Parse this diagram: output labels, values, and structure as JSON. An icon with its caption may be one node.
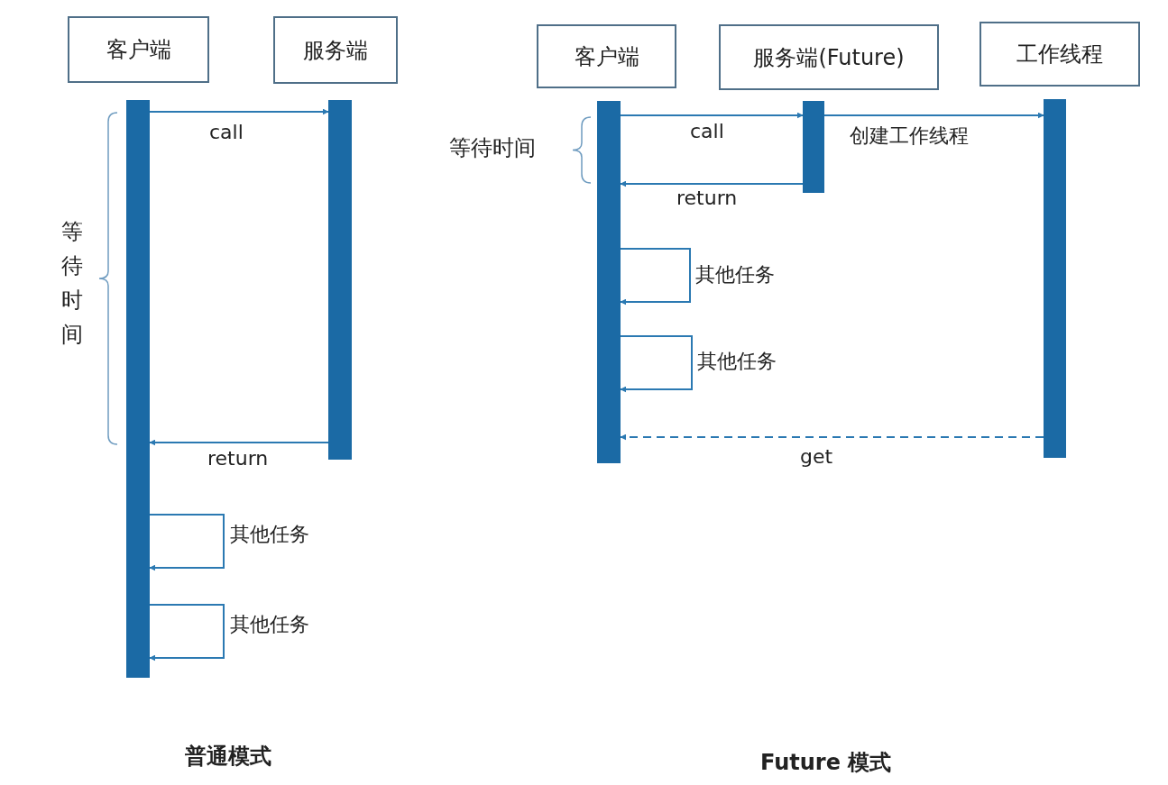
{
  "diagram": {
    "nodes": [
      {
        "text": [
          "客户端"
        ]
      },
      {
        "text": [
          "服务端"
        ]
      },
      {
        "text": [],
        "shape": "bar"
      },
      {
        "text": [],
        "shape": "bar"
      },
      {
        "text": [
          "客户端"
        ]
      },
      {
        "text": [
          "服务端(Future)"
        ]
      },
      {
        "text": [
          "工作线程"
        ]
      },
      {
        "text": [],
        "shape": "bar"
      },
      {
        "text": [],
        "shape": "bar"
      },
      {
        "text": [],
        "shape": "bar"
      }
    ],
    "edges": [
      {
        "from": 2,
        "to": 3,
        "arrow": "to",
        "label": "call"
      },
      {
        "from": 3,
        "to": 2,
        "arrow": "to",
        "label": "return"
      },
      {
        "from": 2,
        "to": 2,
        "arrow": "to",
        "label": "其他任务"
      },
      {
        "from": 2,
        "to": 2,
        "arrow": "to",
        "label": "其他任务"
      },
      {
        "from": 7,
        "to": 8,
        "arrow": "to",
        "label": "call"
      },
      {
        "from": 8,
        "to": 9,
        "arrow": "to",
        "label": "创建工作线程"
      },
      {
        "from": 8,
        "to": 7,
        "arrow": "to",
        "label": "return"
      },
      {
        "from": 7,
        "to": 7,
        "arrow": "to",
        "label": "其他任务"
      },
      {
        "from": 7,
        "to": 7,
        "arrow": "to",
        "label": "其他任务"
      },
      {
        "from": 9,
        "to": 7,
        "arrow": "to",
        "label": "get",
        "style": "dashed"
      }
    ],
    "labels": [
      "等待时间",
      "等待时间",
      "普通模式",
      "Future 模式"
    ]
  }
}
